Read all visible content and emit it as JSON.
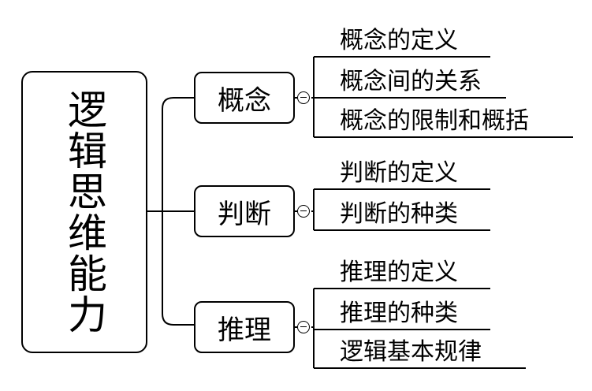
{
  "root": {
    "label": "逻辑思维能力"
  },
  "branches": [
    {
      "label": "概念",
      "leaves": [
        "概念的定义",
        "概念间的关系",
        "概念的限制和概括"
      ]
    },
    {
      "label": "判断",
      "leaves": [
        "判断的定义",
        "判断的种类"
      ]
    },
    {
      "label": "推理",
      "leaves": [
        "推理的定义",
        "推理的种类",
        "逻辑基本规律"
      ]
    }
  ]
}
